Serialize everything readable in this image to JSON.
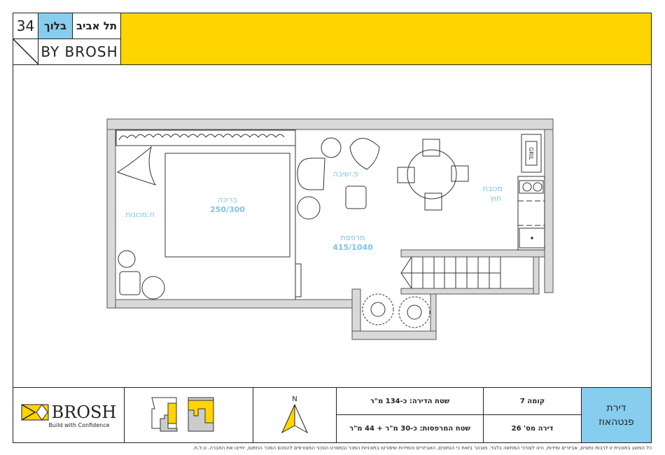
{
  "header": {
    "number": "34",
    "block_label": "בלוך",
    "city": "תל אביב",
    "project": "BY BROSH",
    "colors": {
      "banner": "#ffd500",
      "block_cell": "#86cdee"
    }
  },
  "plan": {
    "rooms": {
      "pool_name": "בריכה",
      "pool_size": "250/300",
      "machine_room": "ח.מכונות",
      "seating": "פ.ישיבה",
      "terrace_name": "מרפסת",
      "terrace_size": "415/1040",
      "kitchen_line1": "מטבח",
      "kitchen_line2": "חוץ",
      "grill": "GRIL"
    },
    "label_color": "#7cc4e8"
  },
  "footer": {
    "logo_name": "BROSH",
    "logo_tagline": "Build with Confidence",
    "north": "N",
    "apartment_area": "שטח הדירה: כ-134 מ\"ר",
    "balcony_area": "שטח המרפסות: כ-30 מ\"ר + 44 מ\"ר",
    "floor": "קומה 7",
    "apartment_number": "דירה מס' 26",
    "type_line1": "דירת",
    "type_line2": "פנטהאוז",
    "disclaimer": "כל המוצג בתוכנית זו לרבות נתונים, אביזרים ומידות, הינו לצורכי המחשה בלבד. מובהר בזאת כי הנתונים, האביזרים והמידות שיפורטו בתוכניות המכר ובמפרט הטכני המצורפים להסכם המכר החתום, יחייבו את החברה. ט.ל.ח."
  }
}
